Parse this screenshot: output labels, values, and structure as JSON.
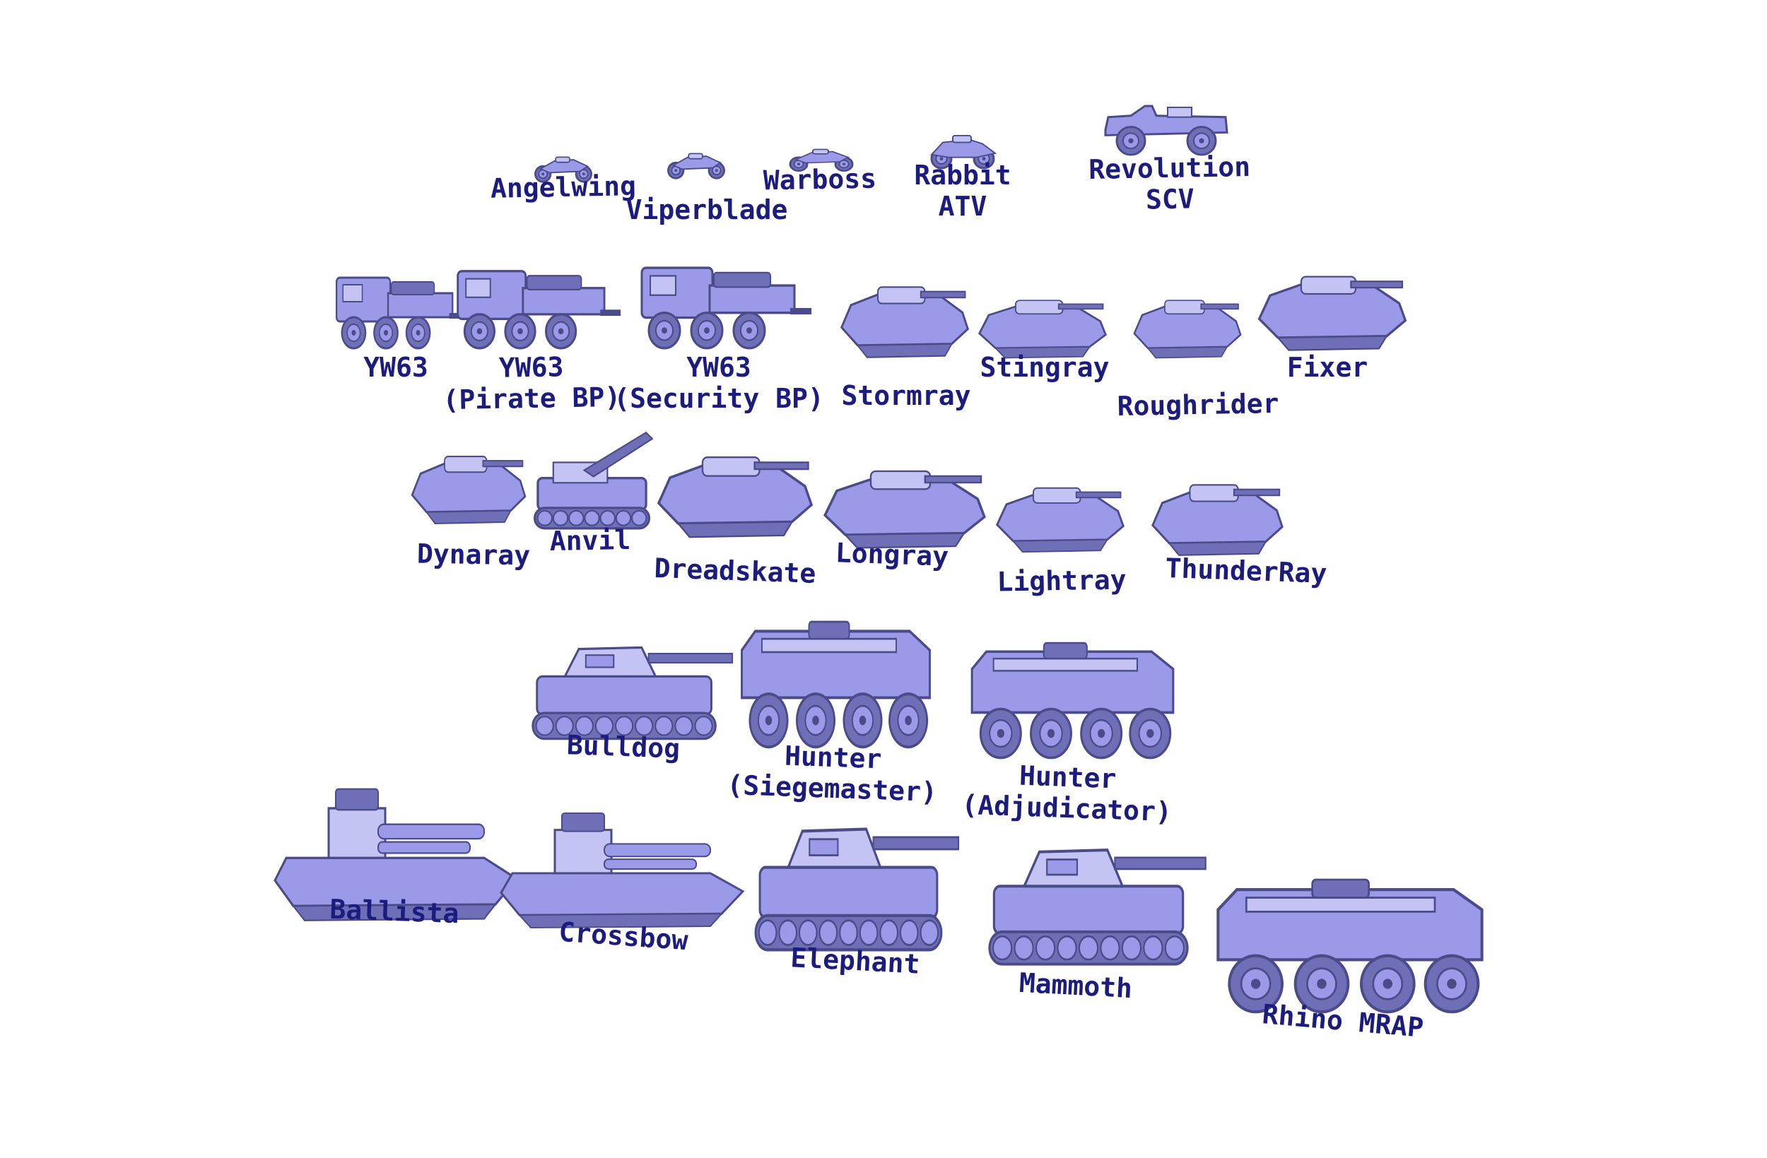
{
  "colors": {
    "body": "#9a9ae8",
    "shade": "#6f6fb8",
    "dark": "#4b4b8a",
    "light": "#c4c4f4",
    "label": "#1c1c7e"
  },
  "vehicles": [
    {
      "id": "angelwing",
      "lines": [
        "Angelwing"
      ],
      "model": "bike"
    },
    {
      "id": "viperblade",
      "lines": [
        "Viperblade"
      ],
      "model": "bike"
    },
    {
      "id": "warboss",
      "lines": [
        "Warboss"
      ],
      "model": "bike"
    },
    {
      "id": "rabbit-atv",
      "lines": [
        "Rabbit",
        "ATV"
      ],
      "model": "atv"
    },
    {
      "id": "revolution-scv",
      "lines": [
        "Revolution",
        "SCV"
      ],
      "model": "jeep"
    },
    {
      "id": "yw63",
      "lines": [
        "YW63"
      ],
      "model": "truck"
    },
    {
      "id": "yw63-pirate",
      "lines": [
        "YW63",
        "(Pirate BP)"
      ],
      "model": "truck"
    },
    {
      "id": "yw63-security",
      "lines": [
        "YW63",
        "(Security BP)"
      ],
      "model": "truck"
    },
    {
      "id": "stormray",
      "lines": [
        "Stormray"
      ],
      "model": "hover"
    },
    {
      "id": "stingray",
      "lines": [
        "Stingray"
      ],
      "model": "hover"
    },
    {
      "id": "roughrider",
      "lines": [
        "Roughrider"
      ],
      "model": "hover"
    },
    {
      "id": "fixer",
      "lines": [
        "Fixer"
      ],
      "model": "hover"
    },
    {
      "id": "dynaray",
      "lines": [
        "Dynaray"
      ],
      "model": "hover"
    },
    {
      "id": "anvil",
      "lines": [
        "Anvil"
      ],
      "model": "artillery"
    },
    {
      "id": "dreadskate",
      "lines": [
        "Dreadskate"
      ],
      "model": "hover"
    },
    {
      "id": "longray",
      "lines": [
        "Longray"
      ],
      "model": "hover"
    },
    {
      "id": "lightray",
      "lines": [
        "Lightray"
      ],
      "model": "hover"
    },
    {
      "id": "thunderray",
      "lines": [
        "ThunderRay"
      ],
      "model": "hover"
    },
    {
      "id": "bulldog",
      "lines": [
        "Bulldog"
      ],
      "model": "tank"
    },
    {
      "id": "hunter-siegemaster",
      "lines": [
        "Hunter",
        "(Siegemaster)"
      ],
      "model": "apc"
    },
    {
      "id": "hunter-adjudicator",
      "lines": [
        "Hunter",
        "(Adjudicator)"
      ],
      "model": "apc"
    },
    {
      "id": "ballista",
      "lines": [
        "Ballista"
      ],
      "model": "boat"
    },
    {
      "id": "crossbow",
      "lines": [
        "Crossbow"
      ],
      "model": "boat"
    },
    {
      "id": "elephant",
      "lines": [
        "Elephant"
      ],
      "model": "tank"
    },
    {
      "id": "mammoth",
      "lines": [
        "Mammoth"
      ],
      "model": "tank"
    },
    {
      "id": "rhino-mrap",
      "lines": [
        "Rhino MRAP"
      ],
      "model": "apc"
    }
  ]
}
